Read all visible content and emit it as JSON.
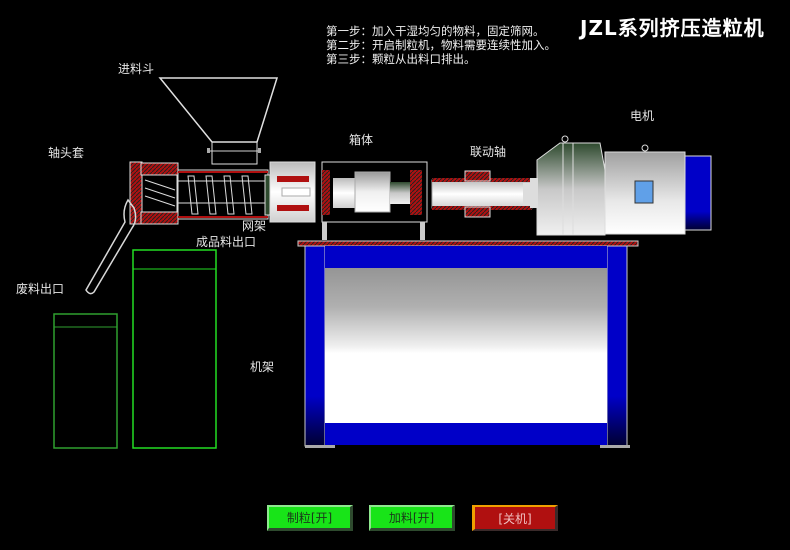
{
  "header": {
    "title": "JZL系列挤压造粒机",
    "steps": [
      "第一步：加入干湿均匀的物料，固定筛网。",
      "第二步：开启制粒机，物料需要连续性加入。",
      "第三步：颗粒从出料口排出。"
    ]
  },
  "labels": {
    "hopper": "进料斗",
    "shaft_sleeve": "轴头套",
    "mesh_frame": "网架",
    "product_outlet": "成品料出口",
    "waste_outlet": "废料出口",
    "gearbox": "箱体",
    "coupling_shaft": "联动轴",
    "motor": "电机",
    "machine_frame": "机架"
  },
  "controls": {
    "granulate_button": "制粒[开]",
    "feed_button": "加料[开]",
    "shutdown_button": "[关机]"
  },
  "colors": {
    "background": "#000000",
    "button_on": "#18e418",
    "button_off": "#b01010",
    "frame_blue": "#0000c8",
    "container_outline": "#22dd22",
    "hatch_red": "#b01010"
  }
}
